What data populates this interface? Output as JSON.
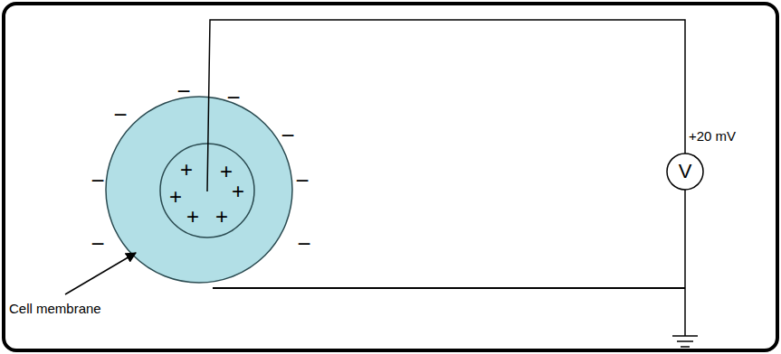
{
  "diagram": {
    "nodes": [
      {
        "text": [
          "V"
        ]
      }
    ],
    "labels": [
      "+20 mV",
      "Cell membrane",
      "−",
      "−",
      "−",
      "−",
      "−",
      "−",
      "−",
      "−",
      "+",
      "+",
      "+",
      "+",
      "+",
      "+"
    ]
  }
}
